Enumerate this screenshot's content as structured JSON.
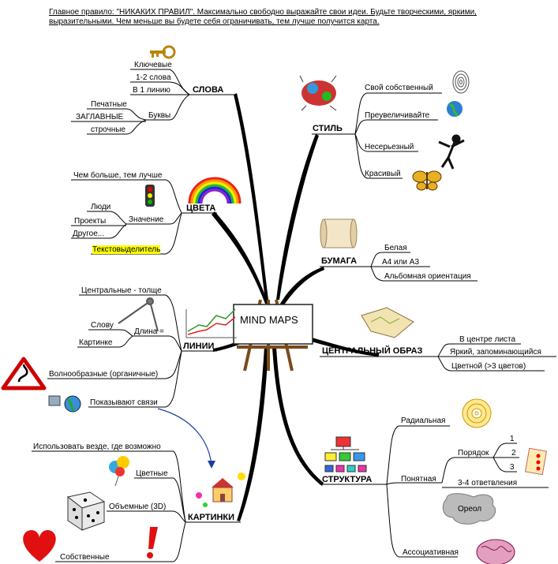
{
  "header": "Главное правило: \"НИКАКИХ ПРАВИЛ\". Максимально свободно выражайте свои идеи. Будьте творческими, яркими, выразительными. Чем меньше вы будете себя ограничивать, тем лучше получится карта.",
  "center": "MIND MAPS",
  "branches": {
    "slova": {
      "title": "СЛОВА",
      "items": [
        "Ключевые",
        "1-2 слова",
        "В 1 линию",
        "Буквы",
        "Печатные",
        "ЗАГЛАВНЫЕ",
        "строчные"
      ]
    },
    "tsveta": {
      "title": "ЦВЕТА",
      "items": [
        "Чем больше, тем лучше",
        "Значение",
        "Люди",
        "Проекты",
        "Другое...",
        "Текстовыделитель"
      ]
    },
    "linii": {
      "title": "ЛИНИИ",
      "items": [
        "Центральные - толще",
        "Длина =",
        "Слову",
        "Картинке",
        "Волнообразные (органичные)",
        "Показывают связи"
      ]
    },
    "kartinki": {
      "title": "КАРТИНКИ",
      "items": [
        "Использовать везде, где возможно",
        "Цветные",
        "Объемные (3D)",
        "Собственные"
      ]
    },
    "stil": {
      "title": "СТИЛЬ",
      "items": [
        "Свой собственный",
        "Преувеличивайте",
        "Несерьезный",
        "Красивый"
      ]
    },
    "bumaga": {
      "title": "БУМАГА",
      "items": [
        "Белая",
        "А4 или А3",
        "Альбомная ориентация"
      ]
    },
    "obraz": {
      "title": "ЦЕНТРАЛЬНЫЙ ОБРАЗ",
      "items": [
        "В центре листа",
        "Яркий, запоминающийся",
        "Цветной (>3 цветов)"
      ]
    },
    "struktura": {
      "title": "СТРУКТУРА",
      "items": [
        "Радиальная",
        "Понятная",
        "Порядок",
        "1",
        "2",
        "3",
        "3-4 ответвления",
        "Ореол",
        "Ассоциативная"
      ]
    }
  },
  "colors": {
    "highlight": "#ffff00",
    "arrow": "#1a3fa0",
    "line": "#000000"
  }
}
